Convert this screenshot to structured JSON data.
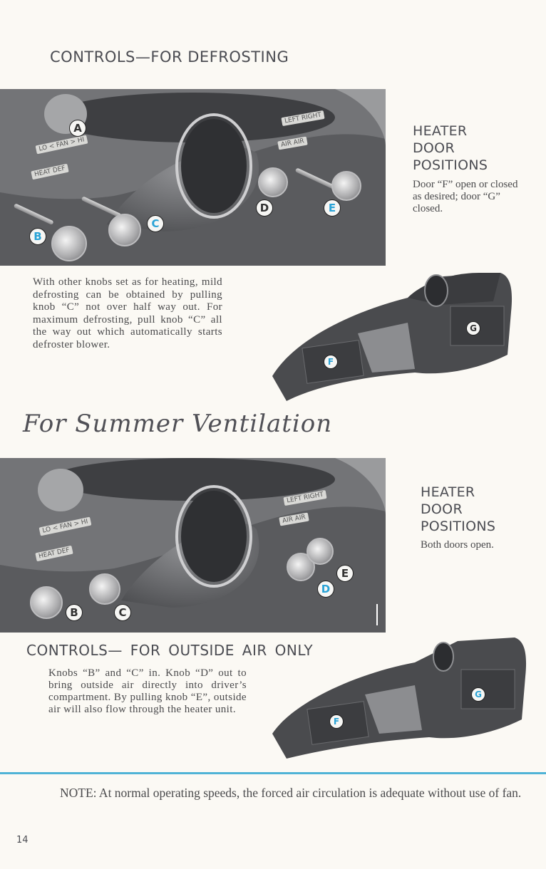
{
  "section_defrost": {
    "title": "CONTROLS—FOR DEFROSTING",
    "photo": {
      "callouts": [
        "A",
        "B",
        "C",
        "D",
        "E"
      ],
      "plates": {
        "fan": "LO < FAN > HI",
        "heat_def": "HEAT       DEF",
        "left_right": "LEFT   RIGHT",
        "air_air": "AIR     AIR"
      }
    },
    "heater_door": {
      "title": "HEATER DOOR POSITIONS",
      "title_lines": [
        "HEATER",
        "DOOR",
        "POSITIONS"
      ],
      "text": "Door “F” open or closed as desired; door “G” closed."
    },
    "body": "With other knobs set as for heating, mild defrosting can be obtained by pulling knob “C” not over half way out. For maximum defrosting, pull knob “C” all the way out which automatically starts defroster blower.",
    "heater_unit_callouts": [
      "F",
      "G"
    ]
  },
  "section_summer": {
    "script_title": "For Summer Ventilation",
    "photo": {
      "callouts": [
        "B",
        "C",
        "D",
        "E"
      ],
      "plates": {
        "fan": "LO < FAN > HI",
        "heat_def": "HEAT       DEF",
        "left_right": "LEFT   RIGHT",
        "air_air": "AIR     AIR"
      }
    },
    "heater_door": {
      "title_lines": [
        "HEATER",
        "DOOR",
        "POSITIONS"
      ],
      "text": "Both doors open."
    },
    "subtitle": "CONTROLS— FOR OUTSIDE AIR ONLY",
    "body": "Knobs “B” and “C” in. Knob “D” out to bring outside air directly into driver’s compartment. By pulling knob “E”, outside air will also flow through the heater unit.",
    "heater_unit_callouts": [
      "F",
      "G"
    ]
  },
  "note": "NOTE: At normal operating speeds, the forced air circulation is adequate without use of fan.",
  "page_number": "14",
  "colors": {
    "accent_blue": "#4fb3d6",
    "callout_blue": "#2aa3d6",
    "heading_gray": "#4b4c52",
    "paper": "#fbf9f4"
  }
}
